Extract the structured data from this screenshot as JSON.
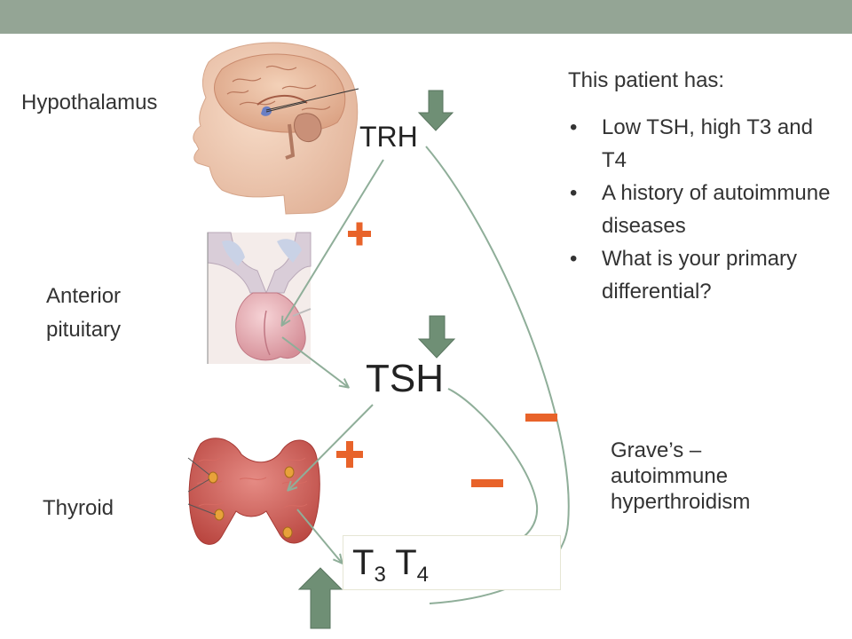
{
  "labels": {
    "hypothalamus": "Hypothalamus",
    "anterior_pituitary_line1": "Anterior",
    "anterior_pituitary_line2": "pituitary",
    "thyroid": "Thyroid"
  },
  "hormones": {
    "trh": "TRH",
    "tsh": "TSH",
    "t3_letter": "T",
    "t3_sub": "3",
    "t4_letter": "T",
    "t4_sub": "4"
  },
  "regulation_signs": {
    "plus": "+",
    "minus": "–"
  },
  "case": {
    "heading": "This patient has:",
    "bullets": [
      "Low TSH, high T3 and T4",
      "A history of autoimmune diseases",
      "What is your primary differential?"
    ]
  },
  "diagnosis": {
    "line1": "Grave’s –",
    "line2": "autoimmune",
    "line3": "hyperthroidism"
  },
  "colors": {
    "header_bar": "#94a595",
    "arrow_green": "#6f8f75",
    "sign_orange": "#e8632a",
    "flow_line": "#8fae99"
  },
  "icons": {
    "brain_head": "head-with-brain-illustration",
    "pituitary": "pituitary-gland-illustration",
    "thyroid": "thyroid-gland-illustration",
    "down_arrow": "arrow-down-icon",
    "up_arrow": "arrow-up-icon"
  }
}
